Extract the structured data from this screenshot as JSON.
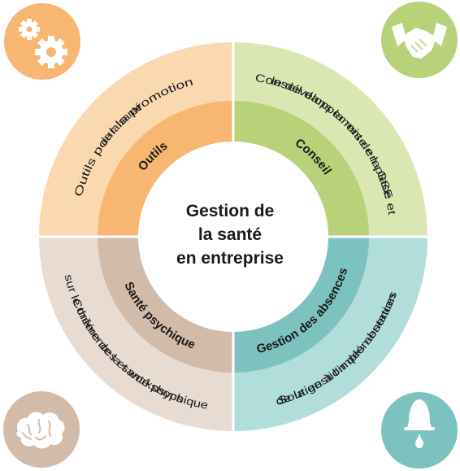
{
  "center": {
    "line1": "Gestion de",
    "line2": "la santé",
    "line3": "en entreprise"
  },
  "quadrants": [
    {
      "key": "outils",
      "title": "Outils",
      "desc_line1": "Outils pour la promotion",
      "desc_line2": "de la santé",
      "icon": "gears-icon",
      "colors": {
        "outer": "#fad8b0",
        "inner": "#f7b671",
        "circle": "#f7b671"
      }
    },
    {
      "key": "conseil",
      "title": "Conseil",
      "desc_line1": "Conseil dans la mise en place et",
      "desc_line2": "le développement de la GSE",
      "icon": "handshake-icon",
      "colors": {
        "outer": "#dbe7b2",
        "inner": "#b8d279",
        "circle": "#b8d279"
      }
    },
    {
      "key": "absences",
      "title": "Gestion des absences",
      "desc_line1": "Soutien à l'implémentation",
      "desc_line2": "de la gestion des absences",
      "icon": "bell-icon",
      "colors": {
        "outer": "#b1dddb",
        "inner": "#7cc3bf",
        "circle": "#7cc3bf"
      }
    },
    {
      "key": "psychique",
      "title": "Santé psychique",
      "desc_line1": "Conférences et workshops",
      "desc_line2": "sur le thème de la santé psychique",
      "icon": "brain-icon",
      "colors": {
        "outer": "#e8dcd2",
        "inner": "#d3bba9",
        "circle": "#d3bba9"
      }
    }
  ]
}
